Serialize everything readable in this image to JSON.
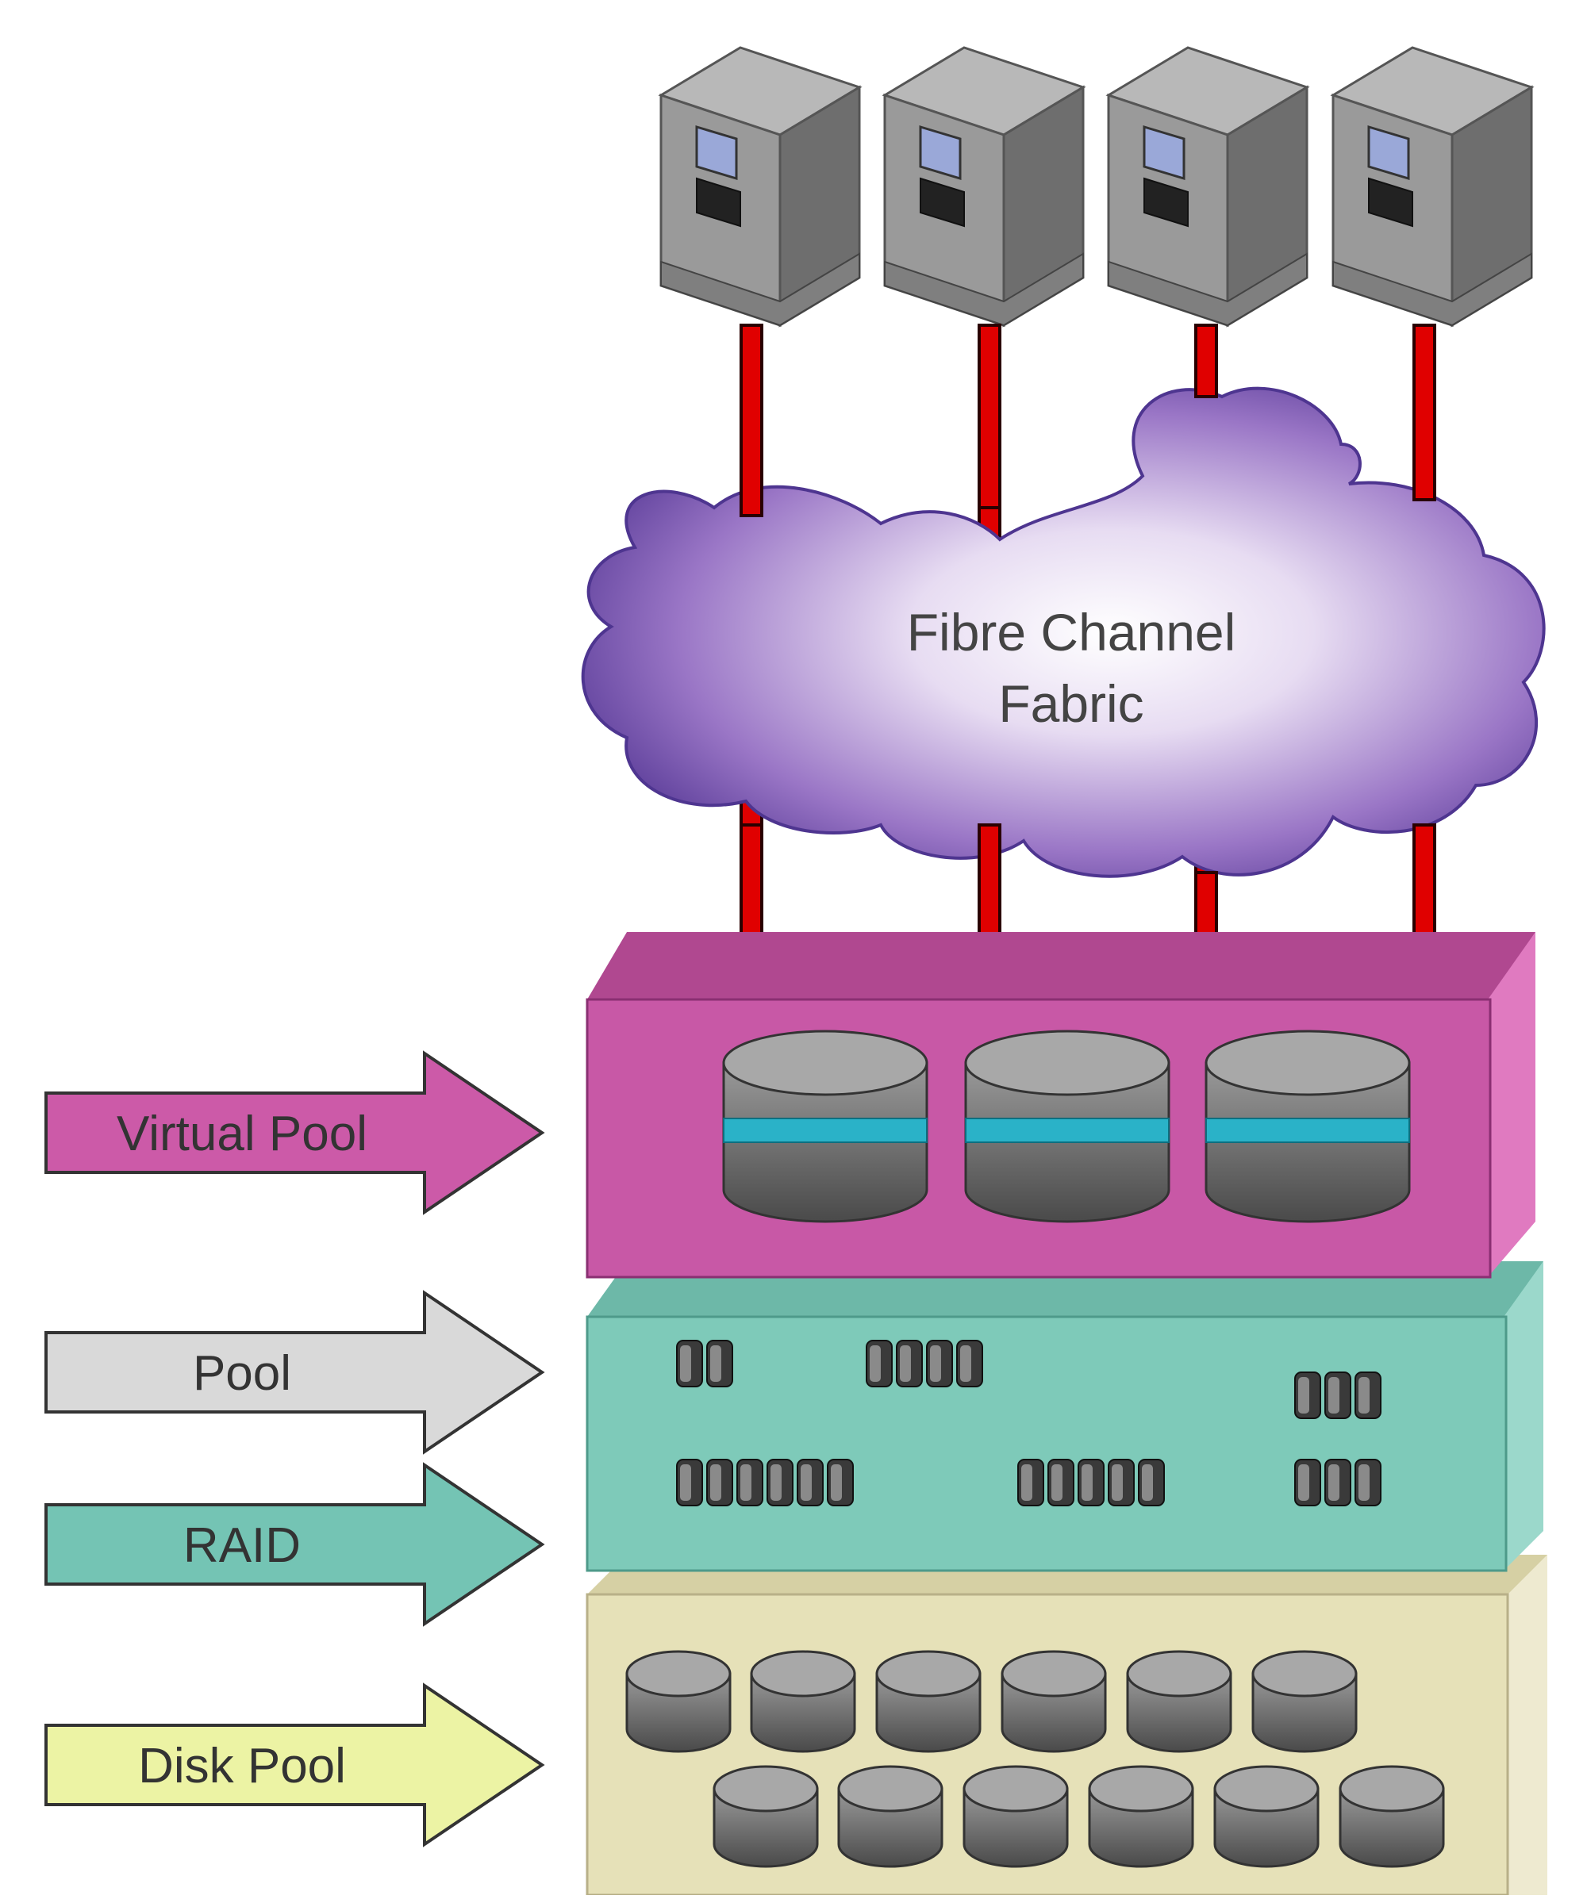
{
  "cloud": {
    "line1": "Fibre Channel",
    "line2": "Fabric"
  },
  "arrows": [
    {
      "label": "Virtual Pool",
      "color": "#cc5aa8"
    },
    {
      "label": "Pool",
      "color": "#d9d9d9"
    },
    {
      "label": "RAID",
      "color": "#74c4b4"
    },
    {
      "label": "Disk Pool",
      "color": "#ecf3a4"
    }
  ],
  "layers": {
    "virtual_pool": {
      "color": "#c858a6"
    },
    "raid_pool": {
      "color": "#7ecab9"
    },
    "disk_pool": {
      "color": "#e6e1b8"
    }
  },
  "servers": {
    "count": 4
  },
  "colors": {
    "fibre_link": "#e00000",
    "cloud_dark": "#6a49a6",
    "server_body": "#8a8a8a"
  }
}
